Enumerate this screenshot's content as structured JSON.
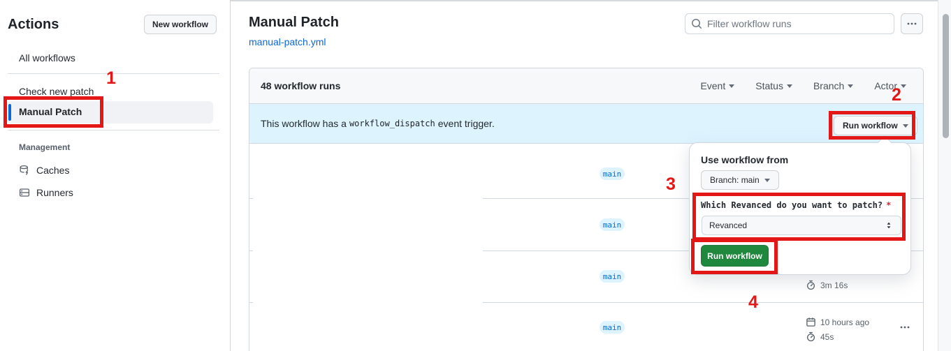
{
  "colors": {
    "annotation_red": "#e41717",
    "link_blue": "#0969da",
    "selected_indicator_blue": "#0969da",
    "badge_bg": "#ddf4ff",
    "banner_bg": "#ddf4ff",
    "green_button": "#1f883d",
    "top_accent_orange": "#f78166"
  },
  "icons": {
    "search": "magnifier",
    "kebab": "three-horizontal-dots",
    "caret_down": "small-triangle-down",
    "stopwatch": "timer-dial",
    "calendar": "calendar-grid",
    "cache": "database-with-bolt",
    "runners": "server-box",
    "select_updown": "up-down-arrows"
  },
  "annotations": {
    "steps": [
      "1",
      "2",
      "3",
      "4"
    ]
  },
  "sidebar": {
    "title": "Actions",
    "new_workflow_button": "New workflow",
    "items": [
      {
        "label": "All workflows"
      },
      {
        "label": "Check new patch"
      },
      {
        "label": "Manual Patch",
        "selected": true
      }
    ],
    "management": {
      "header": "Management",
      "items": [
        {
          "label": "Caches"
        },
        {
          "label": "Runners"
        }
      ]
    }
  },
  "header": {
    "title": "Manual Patch",
    "subtitle_link": "manual-patch.yml",
    "filter_placeholder": "Filter workflow runs"
  },
  "runs_table": {
    "count_label": "48 workflow runs",
    "filters": [
      {
        "label": "Event"
      },
      {
        "label": "Status"
      },
      {
        "label": "Branch"
      },
      {
        "label": "Actor"
      }
    ],
    "banner": {
      "text_before": "This workflow has a",
      "code": "workflow_dispatch",
      "text_after": "event trigger.",
      "run_workflow_button": "Run workflow"
    },
    "rows": [
      {
        "branch": "main"
      },
      {
        "branch": "main"
      },
      {
        "branch": "main",
        "duration": "3m 16s"
      },
      {
        "branch": "main",
        "time": "10 hours ago",
        "duration": "45s"
      }
    ]
  },
  "popup": {
    "title": "Use workflow from",
    "branch_button": "Branch: main",
    "input_label": "Which Revanced do you want to patch?",
    "required_marker": "*",
    "select_value": "Revanced",
    "run_button": "Run workflow"
  }
}
